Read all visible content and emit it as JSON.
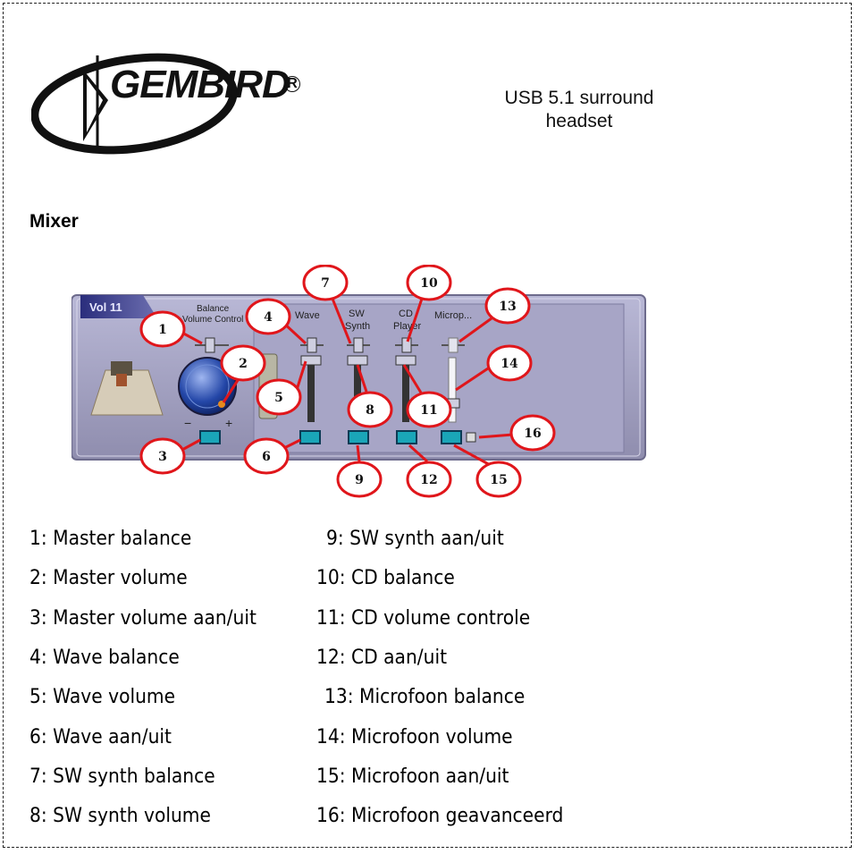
{
  "header": {
    "logo_text": "GEMBIRD",
    "registered_mark": "R",
    "title_line1": "USB 5.1 surround",
    "title_line2": "headset"
  },
  "section_title": "Mixer",
  "screenshot": {
    "window_title": "Vol 11",
    "balance_label_line1": "Balance",
    "balance_label_line2": "Volume Control",
    "minus": "−",
    "plus": "+",
    "channels": [
      "Wave",
      "SW\nSynth",
      "CD\nPlayer",
      "Microp..."
    ],
    "channel_wave": "Wave",
    "channel_sw_line1": "SW",
    "channel_sw_line2": "Synth",
    "channel_cd_line1": "CD",
    "channel_cd_line2": "Player",
    "channel_mic": "Microp...",
    "callouts": [
      "1",
      "2",
      "3",
      "4",
      "5",
      "6",
      "7",
      "8",
      "9",
      "10",
      "11",
      "12",
      "13",
      "14",
      "15",
      "16"
    ],
    "callout_color": "#e0161b"
  },
  "legend_left": [
    "1: Master balance",
    "2: Master volume",
    "3: Master volume aan/uit",
    "4: Wave balance",
    "5: Wave volume",
    "6: Wave aan/uit",
    "7: SW synth balance",
    "8: SW synth volume"
  ],
  "legend_right": [
    "9: SW synth aan/uit",
    "10: CD balance",
    "11: CD volume controle",
    "12: CD aan/uit",
    "13: Microfoon balance",
    "14: Microfoon volume",
    "15: Microfoon aan/uit",
    "16: Microfoon geavanceerd"
  ]
}
